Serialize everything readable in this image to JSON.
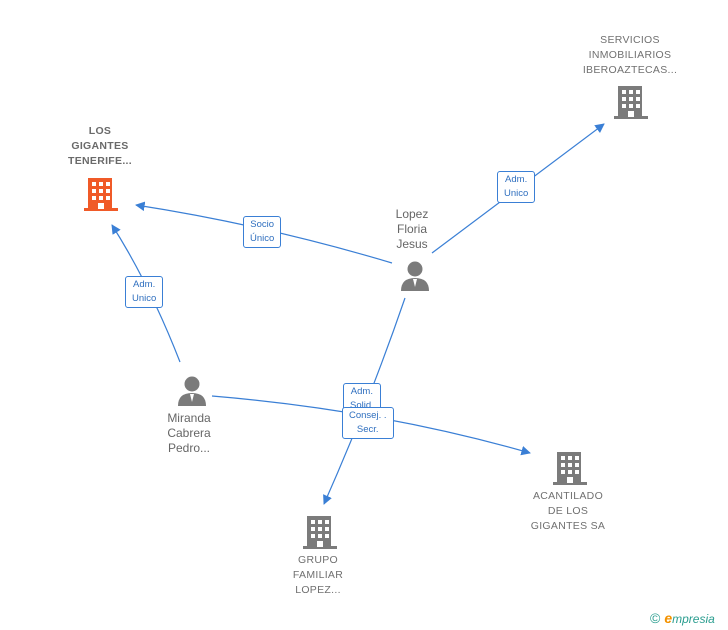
{
  "colors": {
    "edge": "#3a7fd5",
    "node_gray": "#7b7b7b",
    "node_main": "#f05a28"
  },
  "nodes": {
    "los_gigantes": {
      "label": "LOS\nGIGANTES\nTENERIFE..."
    },
    "servicios": {
      "label": "SERVICIOS\nINMOBILIARIOS\nIBEROAZTECAS..."
    },
    "lopez_floria": {
      "label": "Lopez\nFloria\nJesus"
    },
    "miranda": {
      "label": "Miranda\nCabrera\nPedro..."
    },
    "acantilado": {
      "label": "ACANTILADO\nDE LOS\nGIGANTES SA"
    },
    "grupo": {
      "label": "GRUPO\nFAMILIAR\nLOPEZ..."
    }
  },
  "edges": {
    "socio_unico": "Socio\nÚnico",
    "adm_unico_servicios": "Adm.\nUnico",
    "adm_unico_gigantes": "Adm.\nUnico",
    "adm_solid": "Adm.\nSolid.",
    "consej_secr": "Consej. .\nSecr."
  },
  "brand": {
    "copyright": "©",
    "name_initial": "e",
    "name_rest": "mpresia"
  }
}
